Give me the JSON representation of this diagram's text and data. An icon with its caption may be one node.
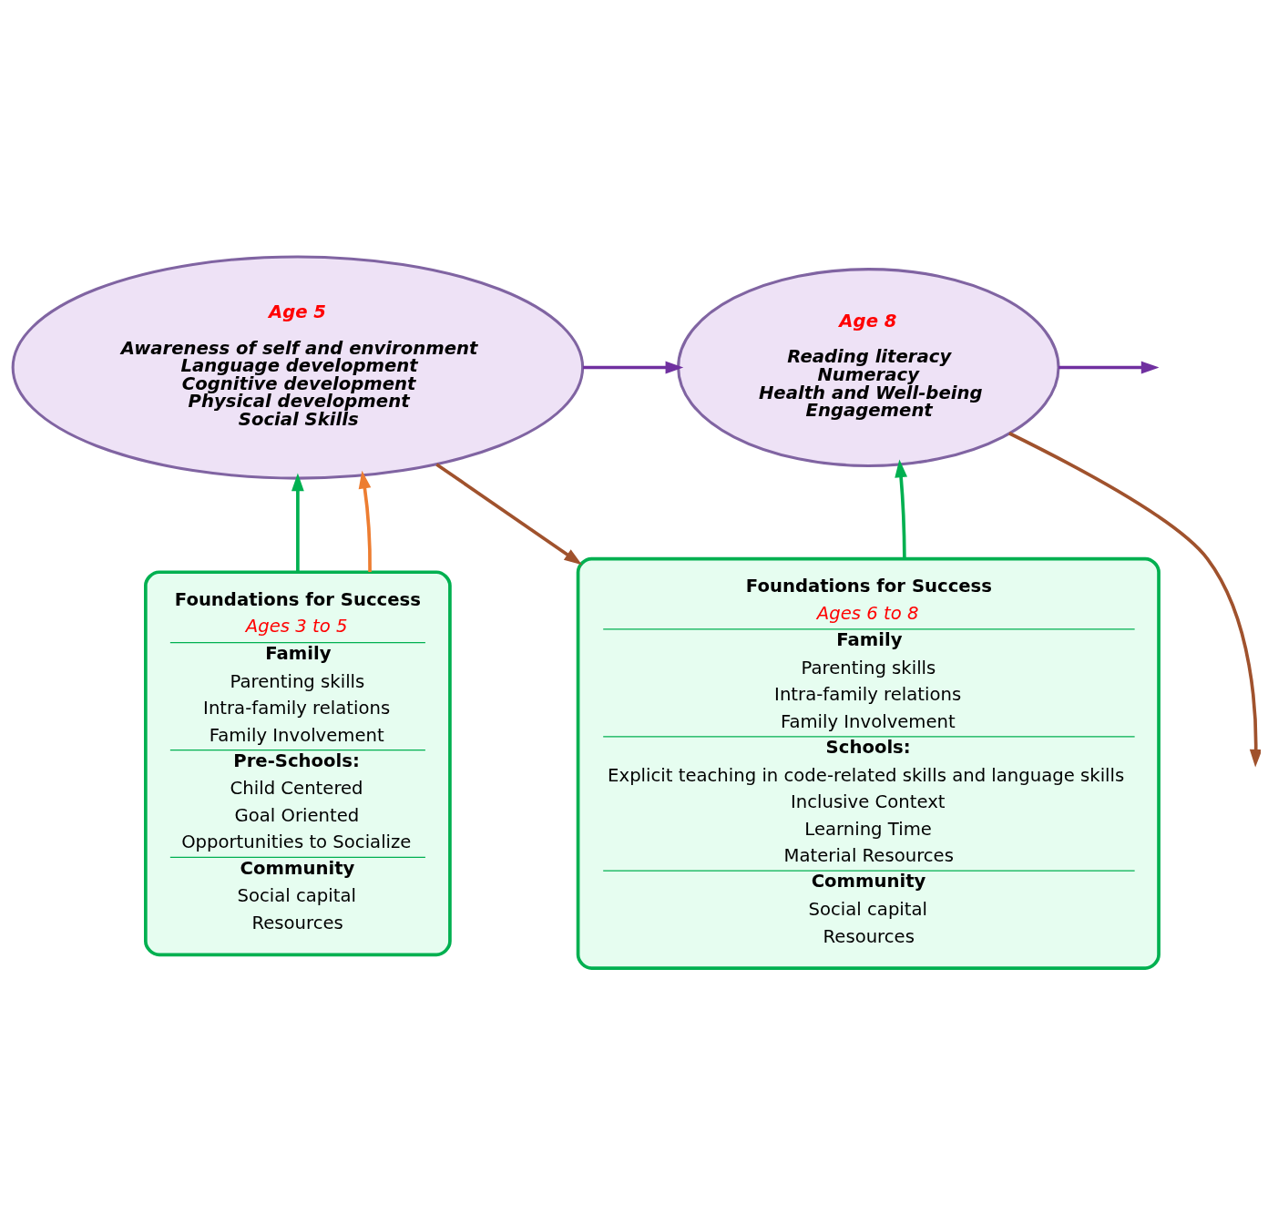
{
  "diagram": {
    "nodes": [
      {
        "text": [
          "Age 5",
          "Awareness of self and environment",
          "Language development",
          "Cognitive development",
          "Physical development",
          "Social Skills"
        ]
      },
      {
        "text": [
          "Age 8",
          "Reading literacy",
          "Numeracy",
          "Health and Well-being",
          "Engagement"
        ]
      },
      {
        "text": [
          "Foundations for Success",
          "Ages 3 to 5",
          "Family",
          "Parenting skills",
          "Intra-family relations",
          "Family Involvement",
          "Pre-Schools:",
          "Child Centered",
          "Goal Oriented",
          "Opportunities to Socialize",
          "Community",
          "Social capital",
          "Resources"
        ]
      },
      {
        "text": [
          "Foundations for Success",
          "Ages 6 to 8",
          "Family",
          "Parenting skills",
          "Intra-family relations",
          "Family Involvement",
          "Schools:",
          "Explicit teaching in code-related skills and language skills",
          "Inclusive Context",
          "Learning Time",
          "Material Resources",
          "Community",
          "Social capital",
          "Resources"
        ]
      }
    ],
    "edges": [
      {
        "from": 0,
        "to": 1,
        "arrow": "to",
        "color": "#7030a0"
      },
      {
        "from": 1,
        "to": null,
        "arrow": "to",
        "color": "#a0522d"
      },
      {
        "from": 0,
        "to": 3,
        "arrow": "to",
        "color": "#a0522d"
      },
      {
        "from": 1,
        "to": null,
        "arrow": "to",
        "color": "#7030a0"
      },
      {
        "from": 2,
        "to": 0,
        "arrow": "to",
        "color": "#00b050"
      },
      {
        "from": 3,
        "to": 1,
        "arrow": "to",
        "color": "#00b050"
      },
      {
        "from": 2,
        "to": 0,
        "arrow": "to",
        "color": "#ed7d31"
      }
    ]
  }
}
